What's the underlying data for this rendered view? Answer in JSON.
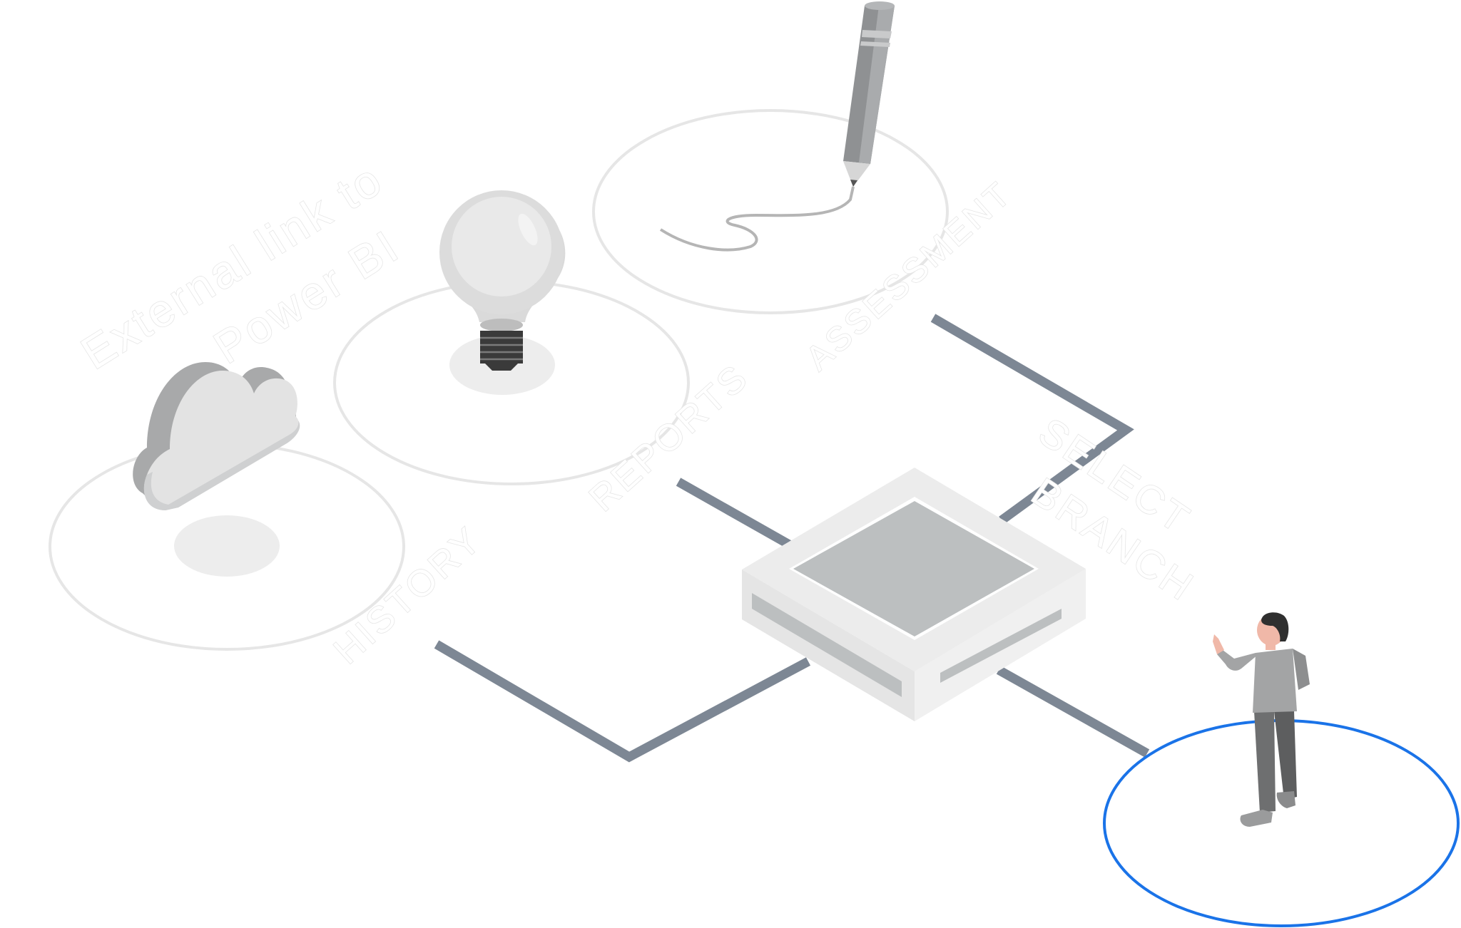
{
  "labels": {
    "external_link_line1": "External link to",
    "external_link_line2": "Power BI",
    "reports": "REPORTS",
    "history": "HISTORY",
    "assessment": "ASSESSMENT",
    "select": "SELECT",
    "branch": "BRANCH"
  },
  "icons": {
    "cloud": "cloud-icon",
    "bulb": "lightbulb-icon",
    "pencil": "pencil-icon",
    "hub": "server-hub-icon",
    "person": "person-icon"
  },
  "colors": {
    "connector": "#7d8794",
    "platform_ring": "#e3e3e3",
    "active_ring": "#1a73e8",
    "hub_top": "#bcbfc0",
    "hub_body": "#e9e9e9"
  }
}
